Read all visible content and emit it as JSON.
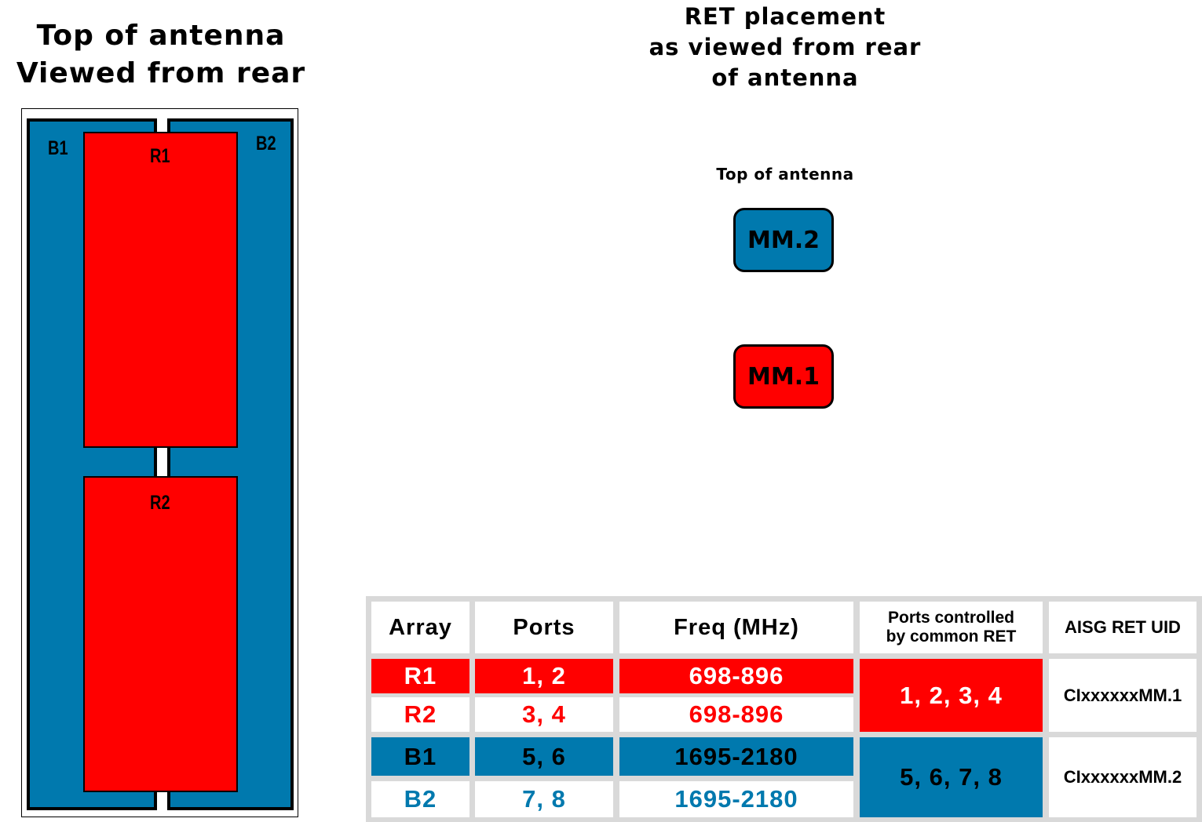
{
  "left_title": {
    "line1": "Top of antenna",
    "line2": "Viewed from rear"
  },
  "right_title": {
    "line1": "RET placement",
    "line2": "as viewed from rear",
    "line3": "of antenna"
  },
  "antenna": {
    "columns": {
      "left": "B1",
      "right": "B2"
    },
    "arrays": {
      "upper": "R1",
      "lower": "R2"
    },
    "colors": {
      "low_band": "#ff0000",
      "high_band": "#0079ae"
    }
  },
  "ret_placement": {
    "top_label": "Top of antenna",
    "rets": [
      {
        "label": "MM.2",
        "color": "#0079ae"
      },
      {
        "label": "MM.1",
        "color": "#ff0000"
      }
    ]
  },
  "table": {
    "headers": {
      "array": "Array",
      "ports": "Ports",
      "freq": "Freq (MHz)",
      "common_line1": "Ports controlled",
      "common_line2": "by common RET",
      "uid": "AISG RET UID"
    },
    "rows": [
      {
        "array": "R1",
        "ports": "1, 2",
        "freq": "698-896"
      },
      {
        "array": "R2",
        "ports": "3, 4",
        "freq": "698-896"
      },
      {
        "array": "B1",
        "ports": "5, 6",
        "freq": "1695-2180"
      },
      {
        "array": "B2",
        "ports": "7, 8",
        "freq": "1695-2180"
      }
    ],
    "groups": [
      {
        "common_ports": "1, 2, 3, 4",
        "uid": "CIxxxxxxMM.1"
      },
      {
        "common_ports": "5, 6, 7, 8",
        "uid": "CIxxxxxxMM.2"
      }
    ]
  }
}
